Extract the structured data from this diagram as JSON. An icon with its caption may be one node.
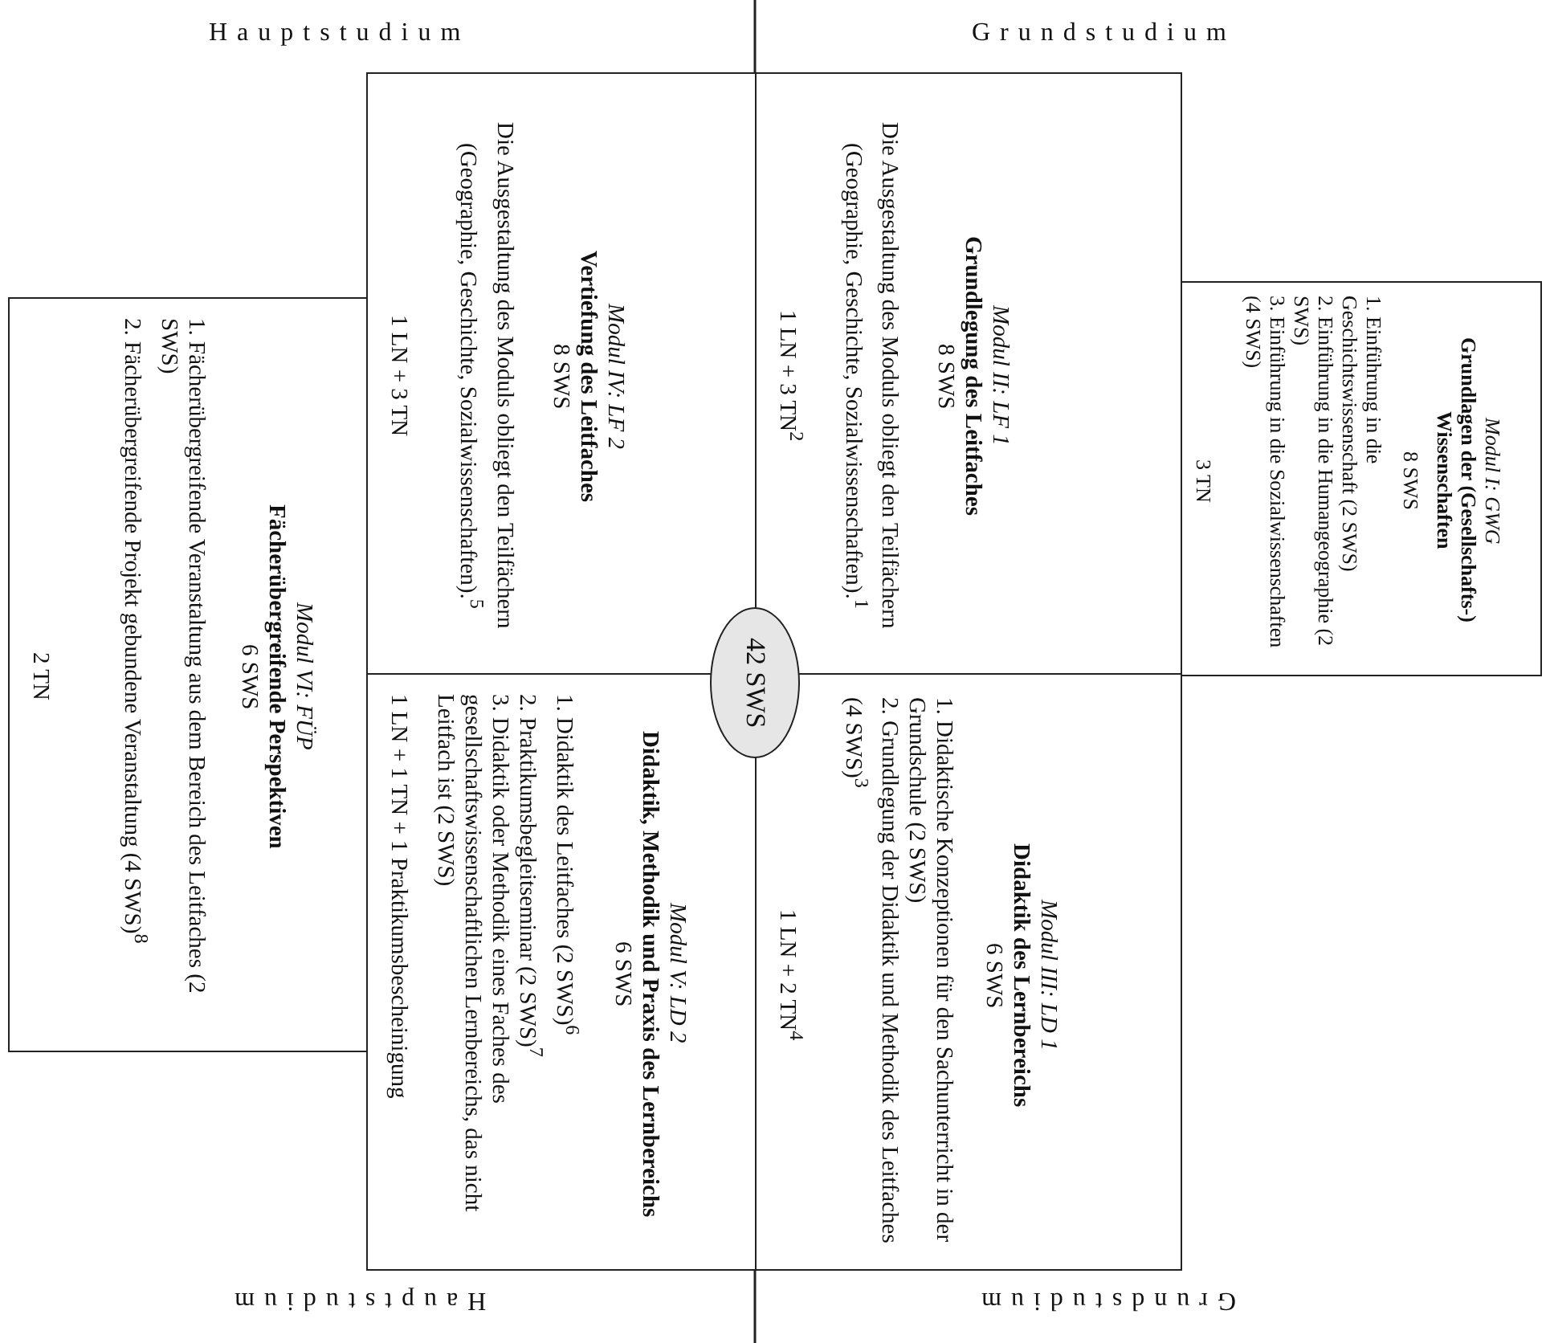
{
  "diagram": {
    "nodes": [
      {
        "text": [
          "Modul I: GWG",
          "Grundlagen der (Gesellschafts-) Wissenschaften",
          "8 SWS",
          "1. Einführung in die Geschichtswissenschaft (2 SWS)",
          "2. Einführung in die Humangeographie (2 SWS)",
          "3. Einführung in die Sozialwissenschaften (4 SWS)",
          "3 TN"
        ]
      },
      {
        "text": [
          "Modul II: LF 1",
          "Grundlegung des Leitfaches",
          "8 SWS",
          "Die Ausgestaltung des Moduls obliegt den Teilfächern (Geographie, Geschichte, Sozialwissenschaften).$^{1}$",
          "1 LN + 3 TN$^{2}$"
        ]
      },
      {
        "text": [
          "Modul III: LD 1",
          "Didaktik des Lernbereichs",
          "6 SWS",
          "1. Didaktische Konzeptionen für den Sachunterricht in der Grundschule (2 SWS)",
          "2. Grundlegung der Didaktik und Methodik des Leitfaches (4 SWS)$^{3}$",
          "1 LN + 2 TN$^{4}$"
        ]
      },
      {
        "text": [
          "Modul IV: LF 2",
          "Vertiefung des Leitfaches",
          "8 SWS",
          "Die Ausgestaltung des Moduls obliegt den Teilfächern (Geographie, Geschichte, Sozialwissenschaften).$^{5}$",
          "1 LN + 3 TN"
        ]
      },
      {
        "text": [
          "Modul V: LD 2",
          "Didaktik, Methodik und Praxis des Lernbereichs",
          "6 SWS",
          "1. Didaktik des Leitfaches (2 SWS)$^{6}$",
          "2. Praktikumsbegleitseminar (2 SWS)$^{7}$",
          "3. Didaktik oder Methodik eines Faches des gesellschaftswissenschaftlichen Lernbereichs, das nicht Leitfach ist (2 SWS)",
          "1 LN + 1 TN + 1 Praktikumsbescheinigung"
        ]
      },
      {
        "text": [
          "Modul VI: FÜP",
          "Fächerübergreifende Perspektiven",
          "6 SWS",
          "1. Fächerübergreifende Veranstaltung aus dem Bereich des Leitfaches (2 SWS)",
          "2. Fächerübergreifende Projekt gebundene Veranstaltung (4 SWS)$^{8}$",
          "2 TN"
        ]
      },
      {
        "text": [
          "42 SWS"
        ]
      }
    ],
    "labels": [
      "Hauptstudium",
      "Grundstudium",
      "Hauptstudium",
      "Grundstudium"
    ]
  }
}
